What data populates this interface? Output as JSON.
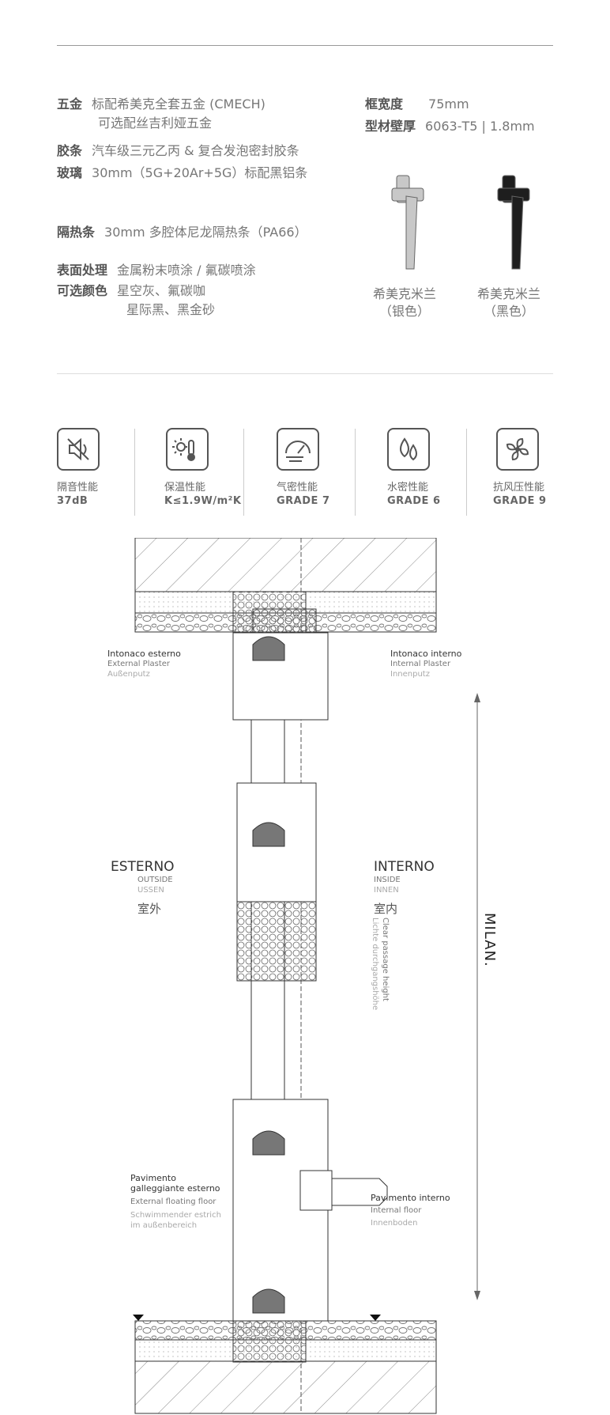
{
  "specs": {
    "hardware_label": "五金",
    "hardware_line1": "标配希美克全套五金 (CMECH)",
    "hardware_line2": "可选配丝吉利娅五金",
    "seal_label": "胶条",
    "seal_value": "汽车级三元乙丙 & 复合发泡密封胶条",
    "glass_label": "玻璃",
    "glass_value": "30mm（5G+20Ar+5G）标配黑铝条",
    "thermal_label": "隔热条",
    "thermal_value": "30mm 多腔体尼龙隔热条（PA66）",
    "surface_label": "表面处理",
    "surface_value": "金属粉末喷涂 / 氟碳喷涂",
    "color_label": "可选颜色",
    "color_line1": "星空灰、氟碳咖",
    "color_line2": "星际黑、黑金砂",
    "frame_width_label": "框宽度",
    "frame_width_value": "75mm",
    "wall_label": "型材壁厚",
    "wall_value": "6063-T5 | 1.8mm"
  },
  "handles": [
    {
      "name": "希美克米兰",
      "color": "（银色）",
      "fill": "#c8c8c8"
    },
    {
      "name": "希美克米兰",
      "color": "（黑色）",
      "fill": "#1e1e1e"
    }
  ],
  "performance": [
    {
      "icon": "sound-mute-icon",
      "label": "隔音性能",
      "value": "37dB"
    },
    {
      "icon": "thermometer-sun-icon",
      "label": "保温性能",
      "value": "K≤1.9W/m²K"
    },
    {
      "icon": "gauge-icon",
      "label": "气密性能",
      "value": "GRADE 7"
    },
    {
      "icon": "water-drops-icon",
      "label": "水密性能",
      "value": "GRADE 6"
    },
    {
      "icon": "fan-icon",
      "label": "抗风压性能",
      "value": "GRADE 9"
    }
  ],
  "diagram": {
    "ext_plaster": [
      "Intonaco esterno",
      "External Plaster",
      "Außenputz"
    ],
    "int_plaster": [
      "Intonaco interno",
      "Internal Plaster",
      "Innenputz"
    ],
    "outside": [
      "ESTERNO",
      "OUTSIDE",
      "USSEN",
      "室外"
    ],
    "inside": [
      "INTERNO",
      "INSIDE",
      "INNEN",
      "室内"
    ],
    "ext_floor": [
      "Pavimento galleggiante esterno",
      "External floating floor",
      "Schwimmender estrich im außenbereich"
    ],
    "int_floor": [
      "Pavimento interno",
      "Internal floor",
      "Innenboden"
    ],
    "passage": [
      "Clear passage height",
      "Lichte durchgangshöhe"
    ],
    "model": "MILAN."
  }
}
